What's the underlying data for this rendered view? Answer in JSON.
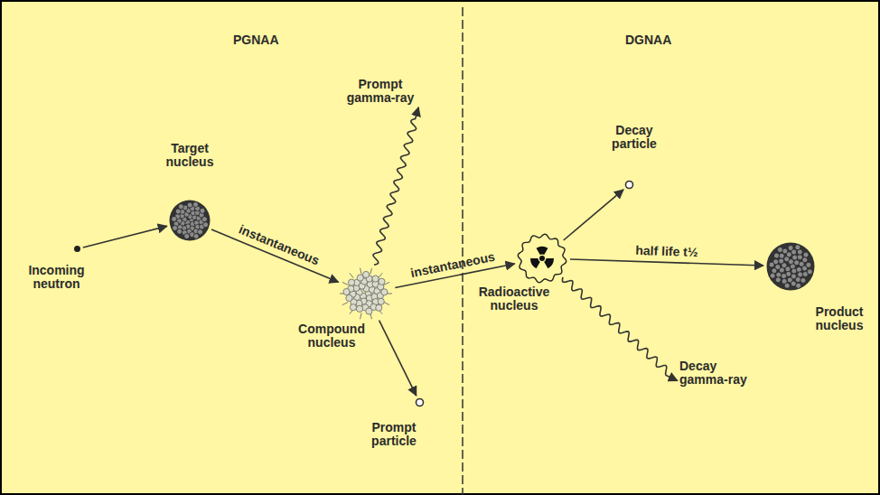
{
  "diagram": {
    "nodes": [
      {
        "text": [
          "Incoming neutron"
        ]
      },
      {
        "text": [
          "Target nucleus"
        ]
      },
      {
        "text": [
          "Prompt gamma-ray"
        ]
      },
      {
        "text": [
          "Compound nucleus"
        ]
      },
      {
        "text": [
          "Prompt particle"
        ]
      },
      {
        "text": [
          "Decay particle"
        ]
      },
      {
        "text": [
          "Radioactive nucleus"
        ]
      },
      {
        "text": [
          "Decay gamma-ray"
        ]
      },
      {
        "text": [
          "Product nucleus"
        ]
      }
    ],
    "edges": [
      {
        "from": 0,
        "to": 1,
        "arrow": "to"
      },
      {
        "from": 1,
        "to": 3,
        "label": "instantaneous",
        "arrow": "to"
      },
      {
        "from": 3,
        "to": 2,
        "arrow": "to"
      },
      {
        "from": 3,
        "to": 4,
        "arrow": "to"
      },
      {
        "from": 3,
        "to": 6,
        "label": "instantaneous",
        "arrow": "to"
      },
      {
        "from": 6,
        "to": 5,
        "arrow": "to"
      },
      {
        "from": 6,
        "to": 8,
        "label": "half life t½",
        "arrow": "to"
      },
      {
        "from": 6,
        "to": 7,
        "arrow": "to"
      }
    ],
    "labels": [
      "PGNAA",
      "DGNAA"
    ]
  }
}
